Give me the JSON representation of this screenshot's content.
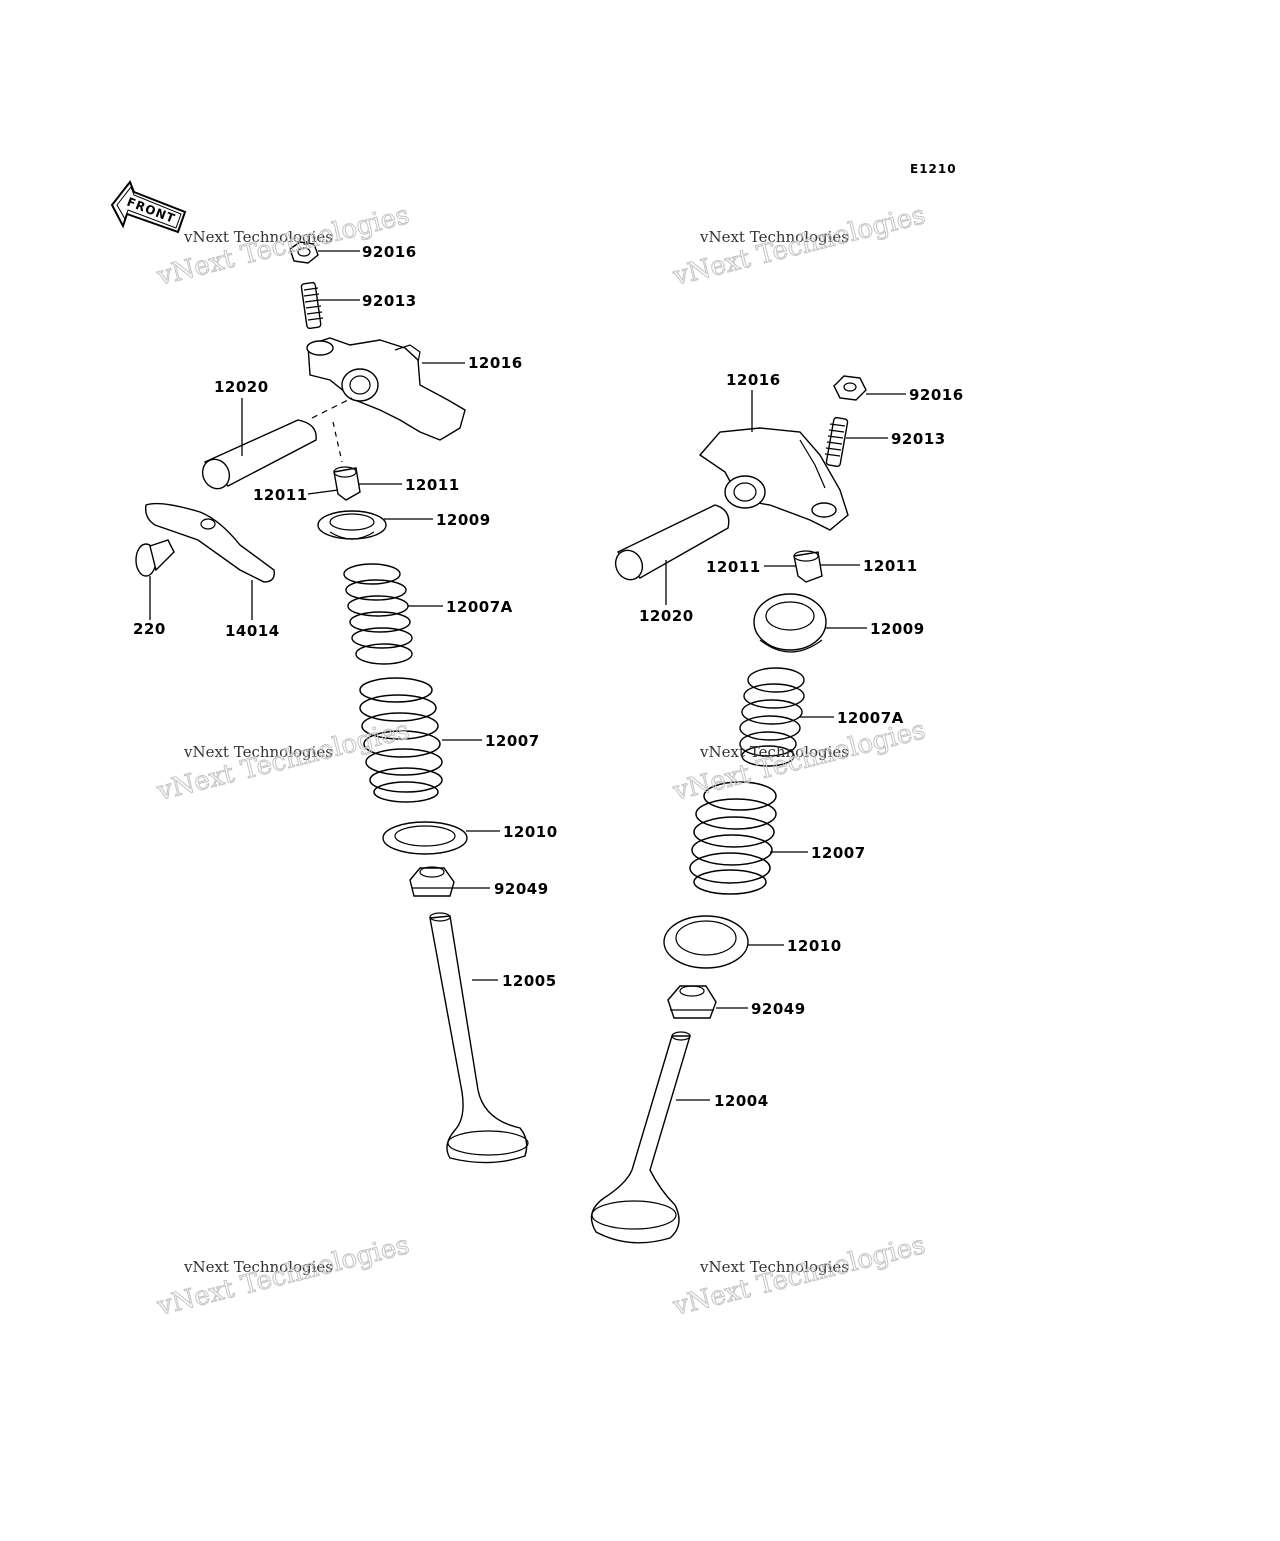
{
  "diagram_code": "E1210",
  "front_arrow_text": "FRONT",
  "watermark": {
    "line1": "vNext Technologies",
    "line2": "vNext Technologies"
  },
  "left_assembly": {
    "labels": [
      "92016",
      "92013",
      "12016",
      "12020",
      "12011",
      "12011",
      "12009",
      "220",
      "14014",
      "12007A",
      "12007",
      "12010",
      "92049",
      "12005"
    ]
  },
  "right_assembly": {
    "labels": [
      "12016",
      "92016",
      "92013",
      "12011",
      "12011",
      "12020",
      "12009",
      "12007A",
      "12007",
      "12010",
      "92049",
      "12004"
    ]
  }
}
